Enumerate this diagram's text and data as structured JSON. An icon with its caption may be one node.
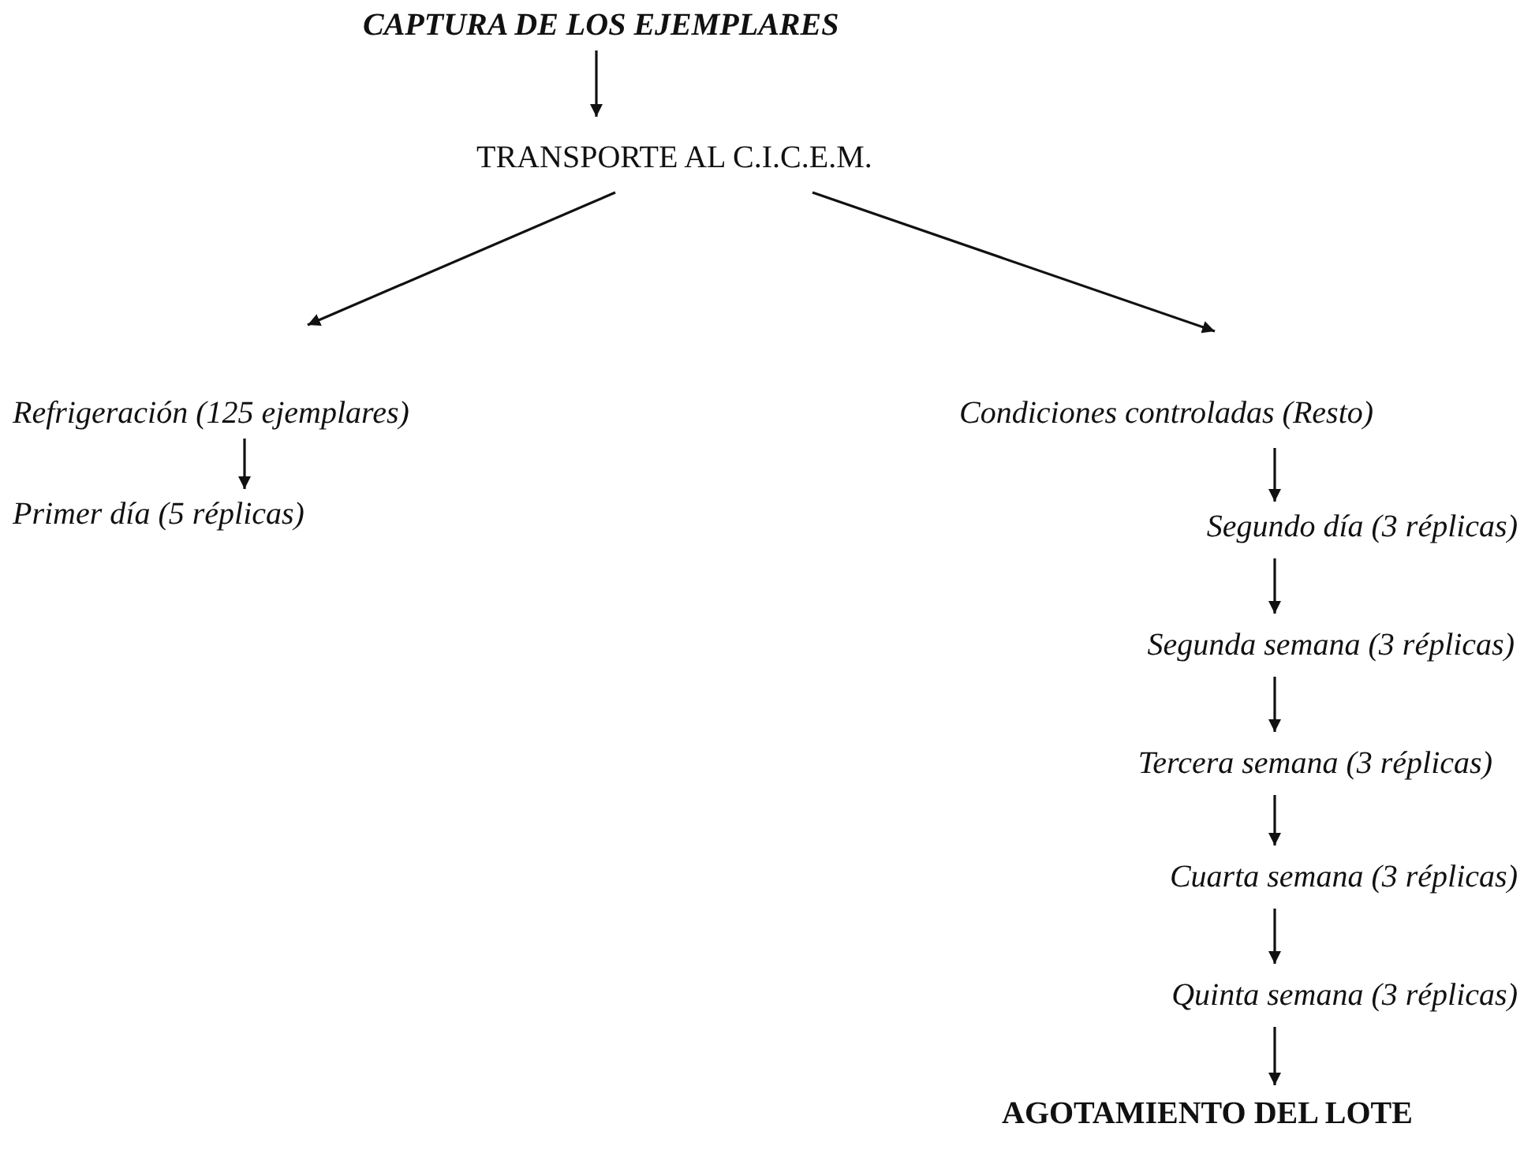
{
  "diagram": {
    "nodes": [
      {
        "text": [
          "CAPTURA DE LOS EJEMPLARES"
        ]
      },
      {
        "text": [
          "TRANSPORTE AL C.I.C.E.M."
        ]
      },
      {
        "text": [
          "Refrigeración (125 ejemplares)"
        ]
      },
      {
        "text": [
          "Primer día (5 réplicas)"
        ]
      },
      {
        "text": [
          "Condiciones controladas (Resto)"
        ]
      },
      {
        "text": [
          "Segundo día (3 réplicas)"
        ]
      },
      {
        "text": [
          "Segunda semana (3 réplicas)"
        ]
      },
      {
        "text": [
          "Tercera semana (3 réplicas)"
        ]
      },
      {
        "text": [
          "Cuarta semana (3 réplicas)"
        ]
      },
      {
        "text": [
          "Quinta semana (3 réplicas)"
        ]
      },
      {
        "text": [
          "AGOTAMIENTO DEL LOTE"
        ]
      }
    ],
    "edges": [
      {
        "from": 0,
        "to": 1,
        "arrow": "to"
      },
      {
        "from": 1,
        "to": 2,
        "arrow": "to"
      },
      {
        "from": 1,
        "to": 4,
        "arrow": "to"
      },
      {
        "from": 2,
        "to": 3,
        "arrow": "to"
      },
      {
        "from": 4,
        "to": 5,
        "arrow": "to"
      },
      {
        "from": 5,
        "to": 6,
        "arrow": "to"
      },
      {
        "from": 6,
        "to": 7,
        "arrow": "to"
      },
      {
        "from": 7,
        "to": 8,
        "arrow": "to"
      },
      {
        "from": 8,
        "to": 9,
        "arrow": "to"
      },
      {
        "from": 9,
        "to": 10,
        "arrow": "to"
      }
    ]
  }
}
